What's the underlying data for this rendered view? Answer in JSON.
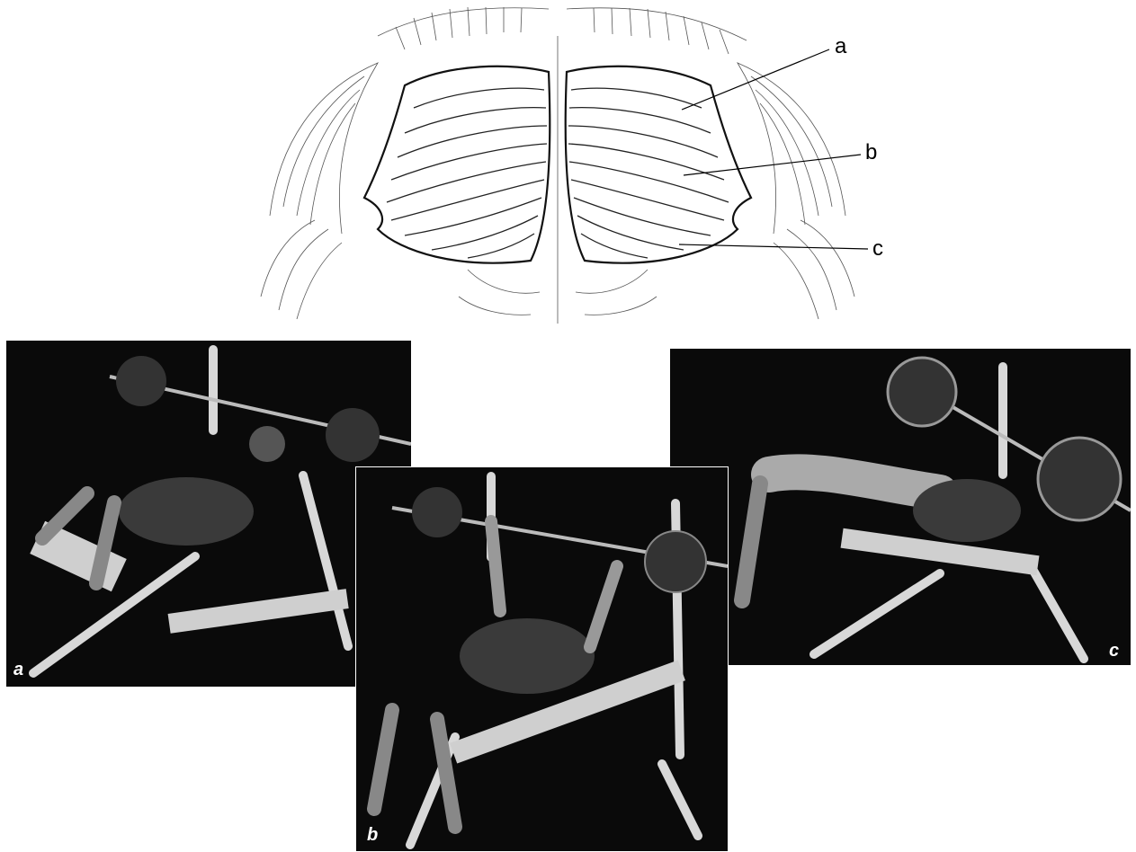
{
  "diagram": {
    "labels": {
      "a": "a",
      "b": "b",
      "c": "c"
    }
  },
  "photos": [
    {
      "label": "a"
    },
    {
      "label": "b"
    },
    {
      "label": "c"
    }
  ]
}
